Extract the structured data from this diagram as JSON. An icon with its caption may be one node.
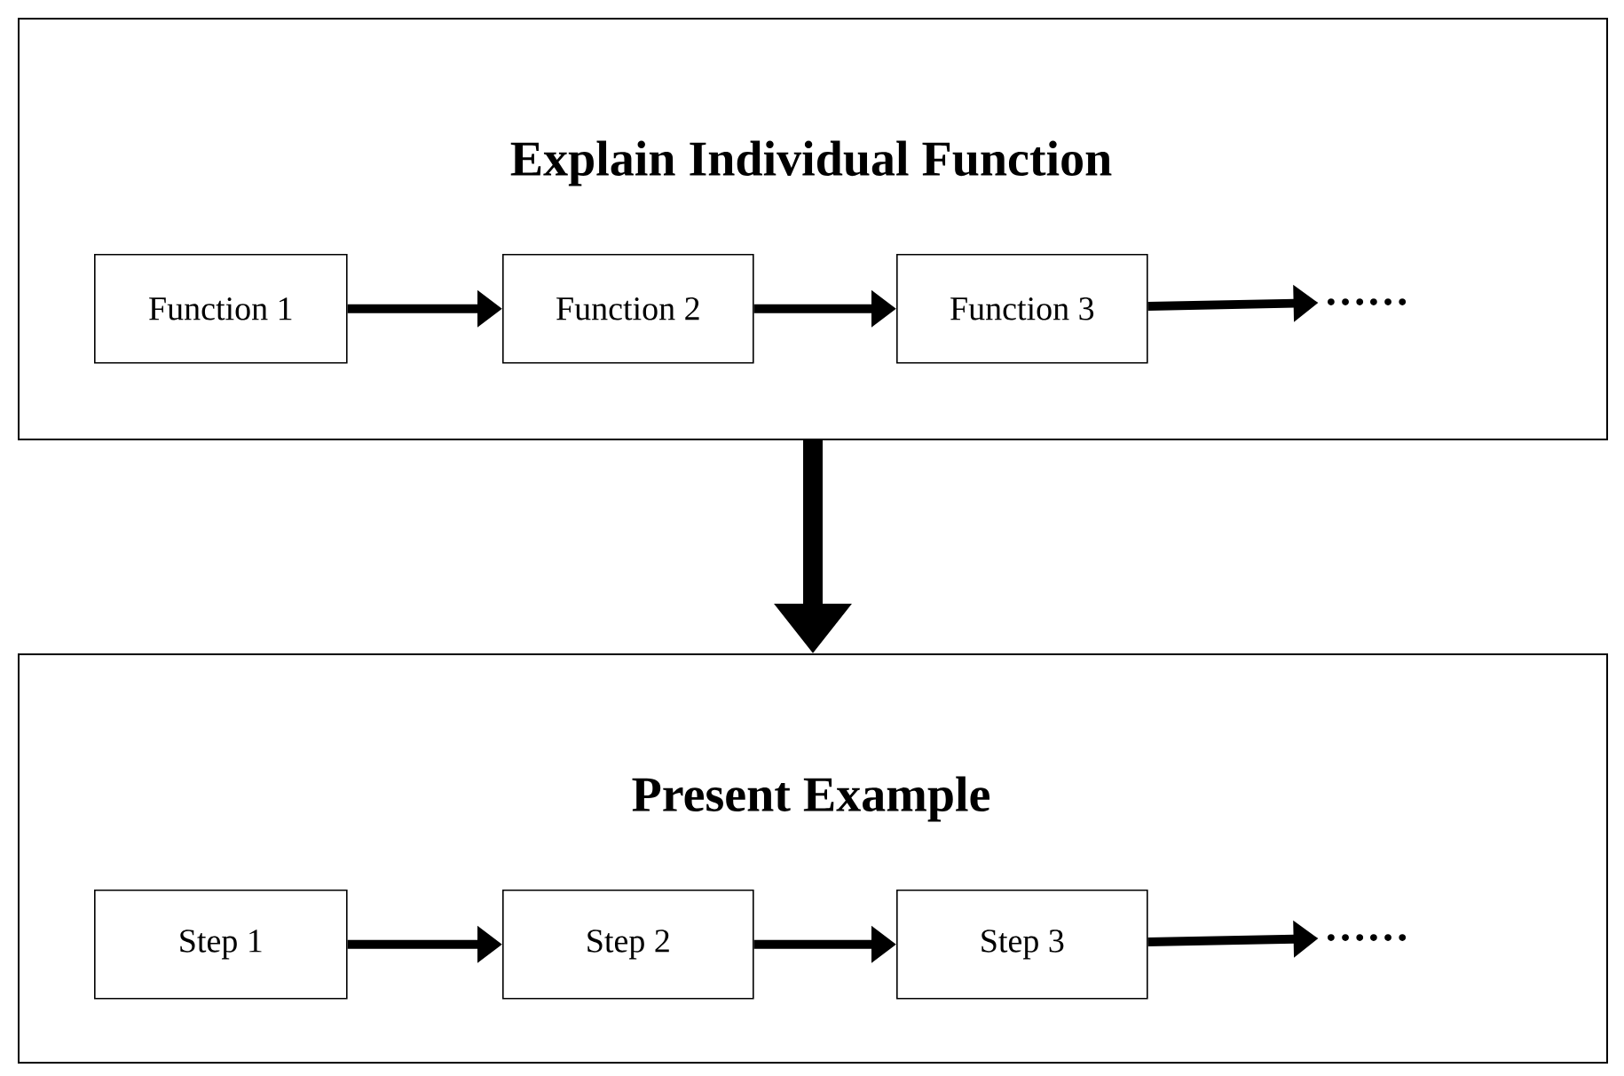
{
  "diagram": {
    "nodes": [
      {
        "text": [
          "Explain Individual Function"
        ]
      },
      {
        "text": [
          "Function 1"
        ],
        "in": 0
      },
      {
        "text": [
          "Function 2"
        ],
        "in": 0
      },
      {
        "text": [
          "Function 3"
        ],
        "in": 0
      },
      {
        "text": [
          "……"
        ],
        "in": 0
      },
      {
        "text": [
          "Present Example"
        ]
      },
      {
        "text": [
          "Step 1"
        ],
        "in": 5
      },
      {
        "text": [
          "Step 2"
        ],
        "in": 5
      },
      {
        "text": [
          "Step 3"
        ],
        "in": 5
      },
      {
        "text": [
          "……"
        ],
        "in": 5
      }
    ],
    "edges": [
      {
        "from": 1,
        "to": 2,
        "arrow": "to"
      },
      {
        "from": 2,
        "to": 3,
        "arrow": "to"
      },
      {
        "from": 3,
        "to": 4,
        "arrow": "to"
      },
      {
        "from": 0,
        "to": 5,
        "arrow": "to",
        "style": "thick"
      },
      {
        "from": 6,
        "to": 7,
        "arrow": "to"
      },
      {
        "from": 7,
        "to": 8,
        "arrow": "to"
      },
      {
        "from": 8,
        "to": 9,
        "arrow": "to"
      }
    ]
  }
}
